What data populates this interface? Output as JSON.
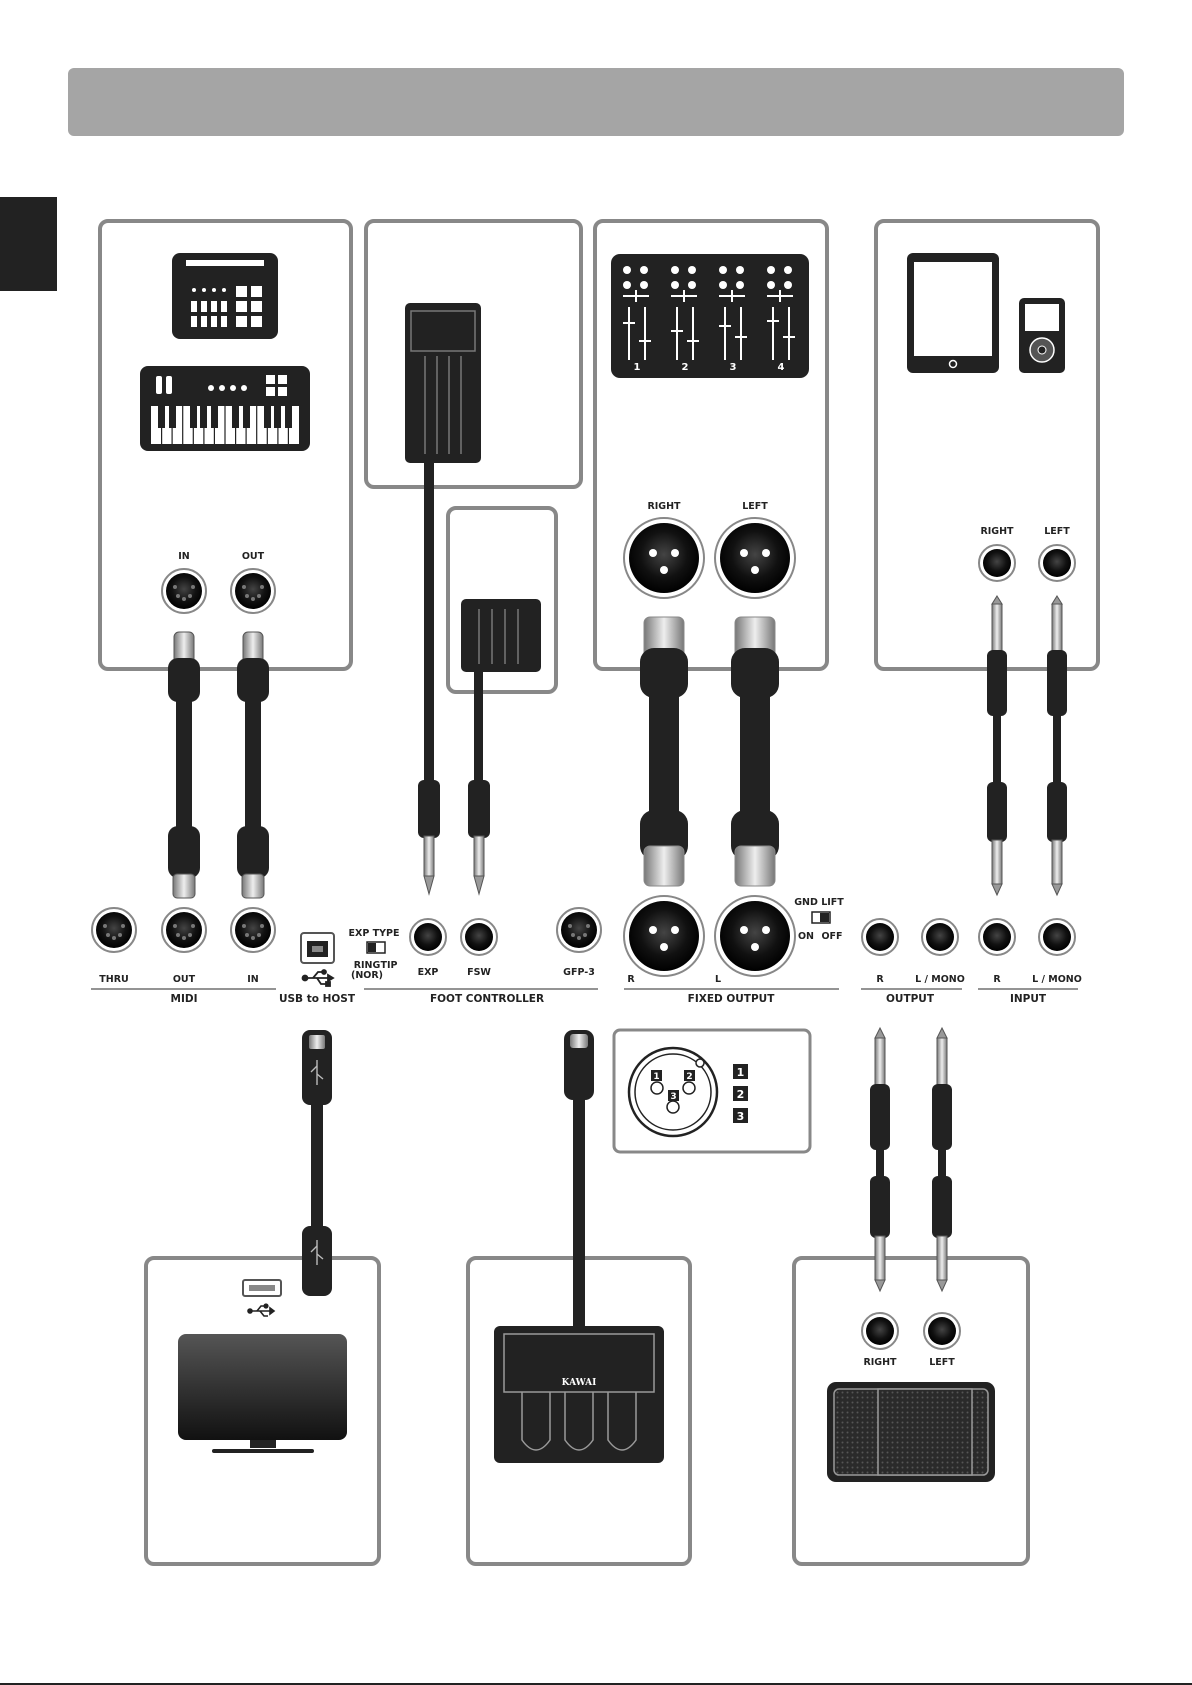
{
  "midi_device": {
    "in_label": "IN",
    "out_label": "OUT"
  },
  "mixer": {
    "channels": [
      "1",
      "2",
      "3",
      "4"
    ],
    "right_label": "RIGHT",
    "left_label": "LEFT"
  },
  "audio_player": {
    "right_label": "RIGHT",
    "left_label": "LEFT"
  },
  "panel": {
    "midi": {
      "thru": "THRU",
      "out": "OUT",
      "in": "IN",
      "group": "MIDI"
    },
    "usb": {
      "group": "USB to HOST"
    },
    "foot_controller": {
      "exp_type": "EXP TYPE",
      "ring": "RING",
      "tip": "TIP",
      "nor": "(NOR)",
      "exp": "EXP",
      "fsw": "FSW",
      "gfp3": "GFP-3",
      "group": "FOOT CONTROLLER"
    },
    "fixed_output": {
      "gnd_lift": "GND LIFT",
      "on": "ON",
      "off": "OFF",
      "r": "R",
      "l": "L",
      "group": "FIXED OUTPUT"
    },
    "output": {
      "r": "R",
      "l_mono": "L / MONO",
      "group": "OUTPUT"
    },
    "input": {
      "r": "R",
      "l_mono": "L / MONO",
      "group": "INPUT"
    }
  },
  "xlr_pinout": {
    "pins": [
      "1",
      "2",
      "3"
    ],
    "keys": [
      "1",
      "2",
      "3"
    ]
  },
  "pedal_unit": {
    "brand": "KAWAI"
  },
  "speaker": {
    "right_label": "RIGHT",
    "left_label": "LEFT"
  }
}
